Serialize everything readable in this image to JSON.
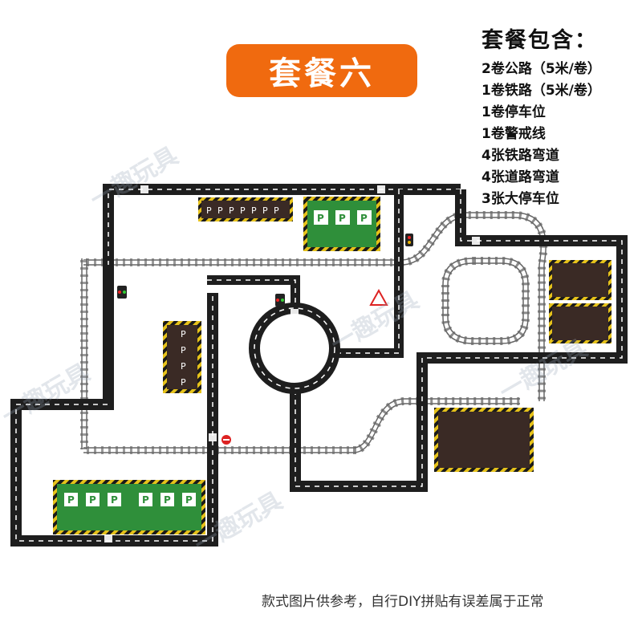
{
  "title": "套餐六",
  "package": {
    "heading": "套餐包含：",
    "items": [
      "2卷公路（5米/卷）",
      "1卷铁路（5米/卷）",
      "1卷停车位",
      "1卷警戒线",
      "4张铁路弯道",
      "4张道路弯道",
      "3张大停车位"
    ]
  },
  "watermark": "一趣玩具",
  "parking_letter": "P",
  "footnote": "款式图片供参考，自行DIY拼贴有误差属于正常",
  "colors": {
    "badge": "#f06a0f",
    "road": "#1e1e1e",
    "rail": "#8c8c8c",
    "parking_green": "#2f8f3a",
    "parking_dark": "#3a2a25",
    "hazard": "#e6c21a"
  }
}
